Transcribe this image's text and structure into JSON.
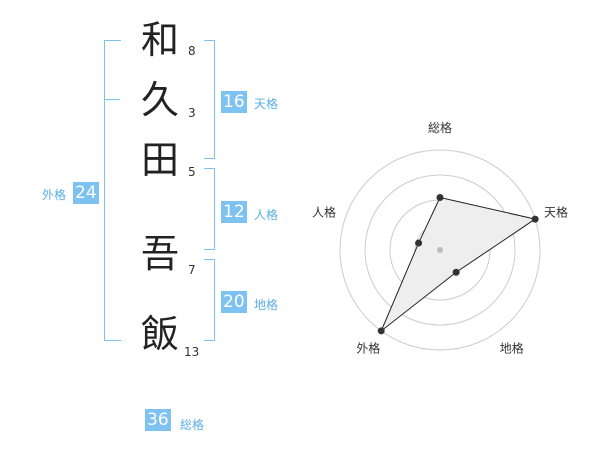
{
  "name": {
    "chars": [
      {
        "char": "和",
        "strokes": "8"
      },
      {
        "char": "久",
        "strokes": "3"
      },
      {
        "char": "田",
        "strokes": "5"
      },
      {
        "char": "吾",
        "strokes": "7"
      },
      {
        "char": "飯",
        "strokes": "13"
      }
    ]
  },
  "kaku": {
    "tenkaku": {
      "label": "天格",
      "value": "16"
    },
    "jinkaku": {
      "label": "人格",
      "value": "12"
    },
    "chikaku": {
      "label": "地格",
      "value": "20"
    },
    "gaikaku": {
      "label": "外格",
      "value": "24"
    },
    "soukaku": {
      "label": "総格",
      "value": "36"
    }
  },
  "colors": {
    "accent": "#7dc2f0",
    "label": "#5aaee6",
    "fill": "#eeeeee"
  },
  "chart_data": {
    "type": "radar",
    "axes": [
      "総格",
      "天格",
      "地格",
      "外格",
      "人格"
    ],
    "rings": 4,
    "max": 4,
    "values": [
      2.1,
      4.0,
      1.1,
      4.0,
      0.9
    ]
  }
}
